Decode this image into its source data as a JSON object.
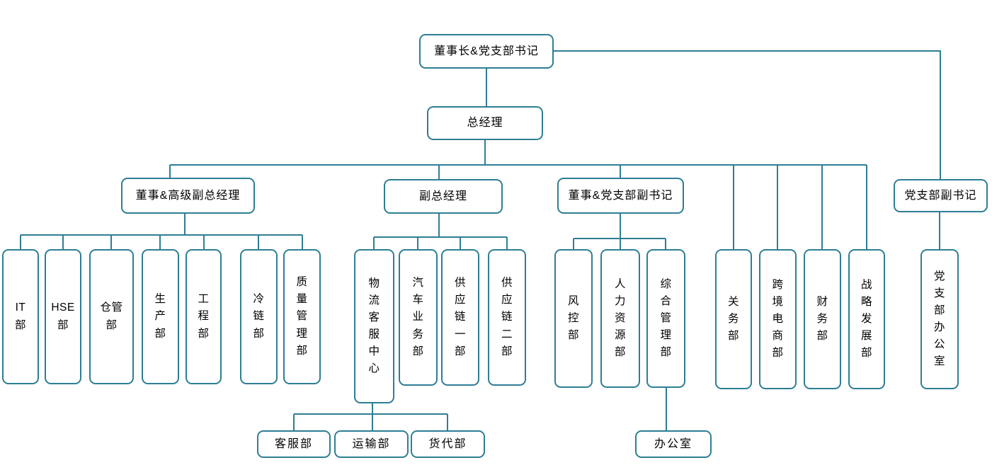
{
  "colors": {
    "line": "#2E7E94",
    "text": "#000000",
    "box_fill": "#FFFFFF"
  },
  "nodes": {
    "chairman": {
      "label": "董事长&党支部书记"
    },
    "general_manager": {
      "label": "总经理"
    },
    "senior_vp": {
      "label": "董事&高级副总经理"
    },
    "vp": {
      "label": "副总经理"
    },
    "director_party_deputy": {
      "label": "董事&党支部副书记"
    },
    "party_deputy": {
      "label": "党支部副书记"
    },
    "it": {
      "label": "IT\n部"
    },
    "hse": {
      "label": "HSE\n部"
    },
    "warehouse": {
      "label": "仓管\n部"
    },
    "production": {
      "label": "生\n产\n部"
    },
    "engineering": {
      "label": "工\n程\n部"
    },
    "cold_chain": {
      "label": "冷\n链\n部"
    },
    "quality": {
      "label": "质\n量\n管\n理\n部"
    },
    "logistics_cs_center": {
      "label": "物\n流\n客\n服\n中\n心"
    },
    "auto_business": {
      "label": "汽\n车\n业\n务\n部"
    },
    "supply_chain_1": {
      "label": "供\n应\n链\n一\n部"
    },
    "supply_chain_2": {
      "label": "供\n应\n链\n二\n部"
    },
    "risk_control": {
      "label": "风\n控\n部"
    },
    "hr": {
      "label": "人\n力\n资\n源\n部"
    },
    "general_admin": {
      "label": "综\n合\n管\n理\n部"
    },
    "customs": {
      "label": "关\n务\n部"
    },
    "cross_border": {
      "label": "跨\n境\n电\n商\n部"
    },
    "finance": {
      "label": "财\n务\n部"
    },
    "strategy": {
      "label": "战\n略\n发\n展\n部"
    },
    "party_office": {
      "label": "党\n支\n部\n办\n公\n室"
    },
    "customer_service": {
      "label": "客服部"
    },
    "transport": {
      "label": "运输部"
    },
    "freight": {
      "label": "货代部"
    },
    "office": {
      "label": "办公室"
    }
  },
  "hierarchy": {
    "chairman": [
      "general_manager",
      "party_deputy"
    ],
    "general_manager": [
      "senior_vp",
      "vp",
      "director_party_deputy",
      "customs",
      "cross_border",
      "finance",
      "strategy"
    ],
    "senior_vp": [
      "it",
      "hse",
      "warehouse",
      "production",
      "engineering",
      "cold_chain",
      "quality"
    ],
    "vp": [
      "logistics_cs_center",
      "auto_business",
      "supply_chain_1",
      "supply_chain_2"
    ],
    "director_party_deputy": [
      "risk_control",
      "hr",
      "general_admin"
    ],
    "logistics_cs_center": [
      "customer_service",
      "transport",
      "freight"
    ],
    "general_admin": [
      "office"
    ],
    "party_deputy": [
      "party_office"
    ]
  }
}
